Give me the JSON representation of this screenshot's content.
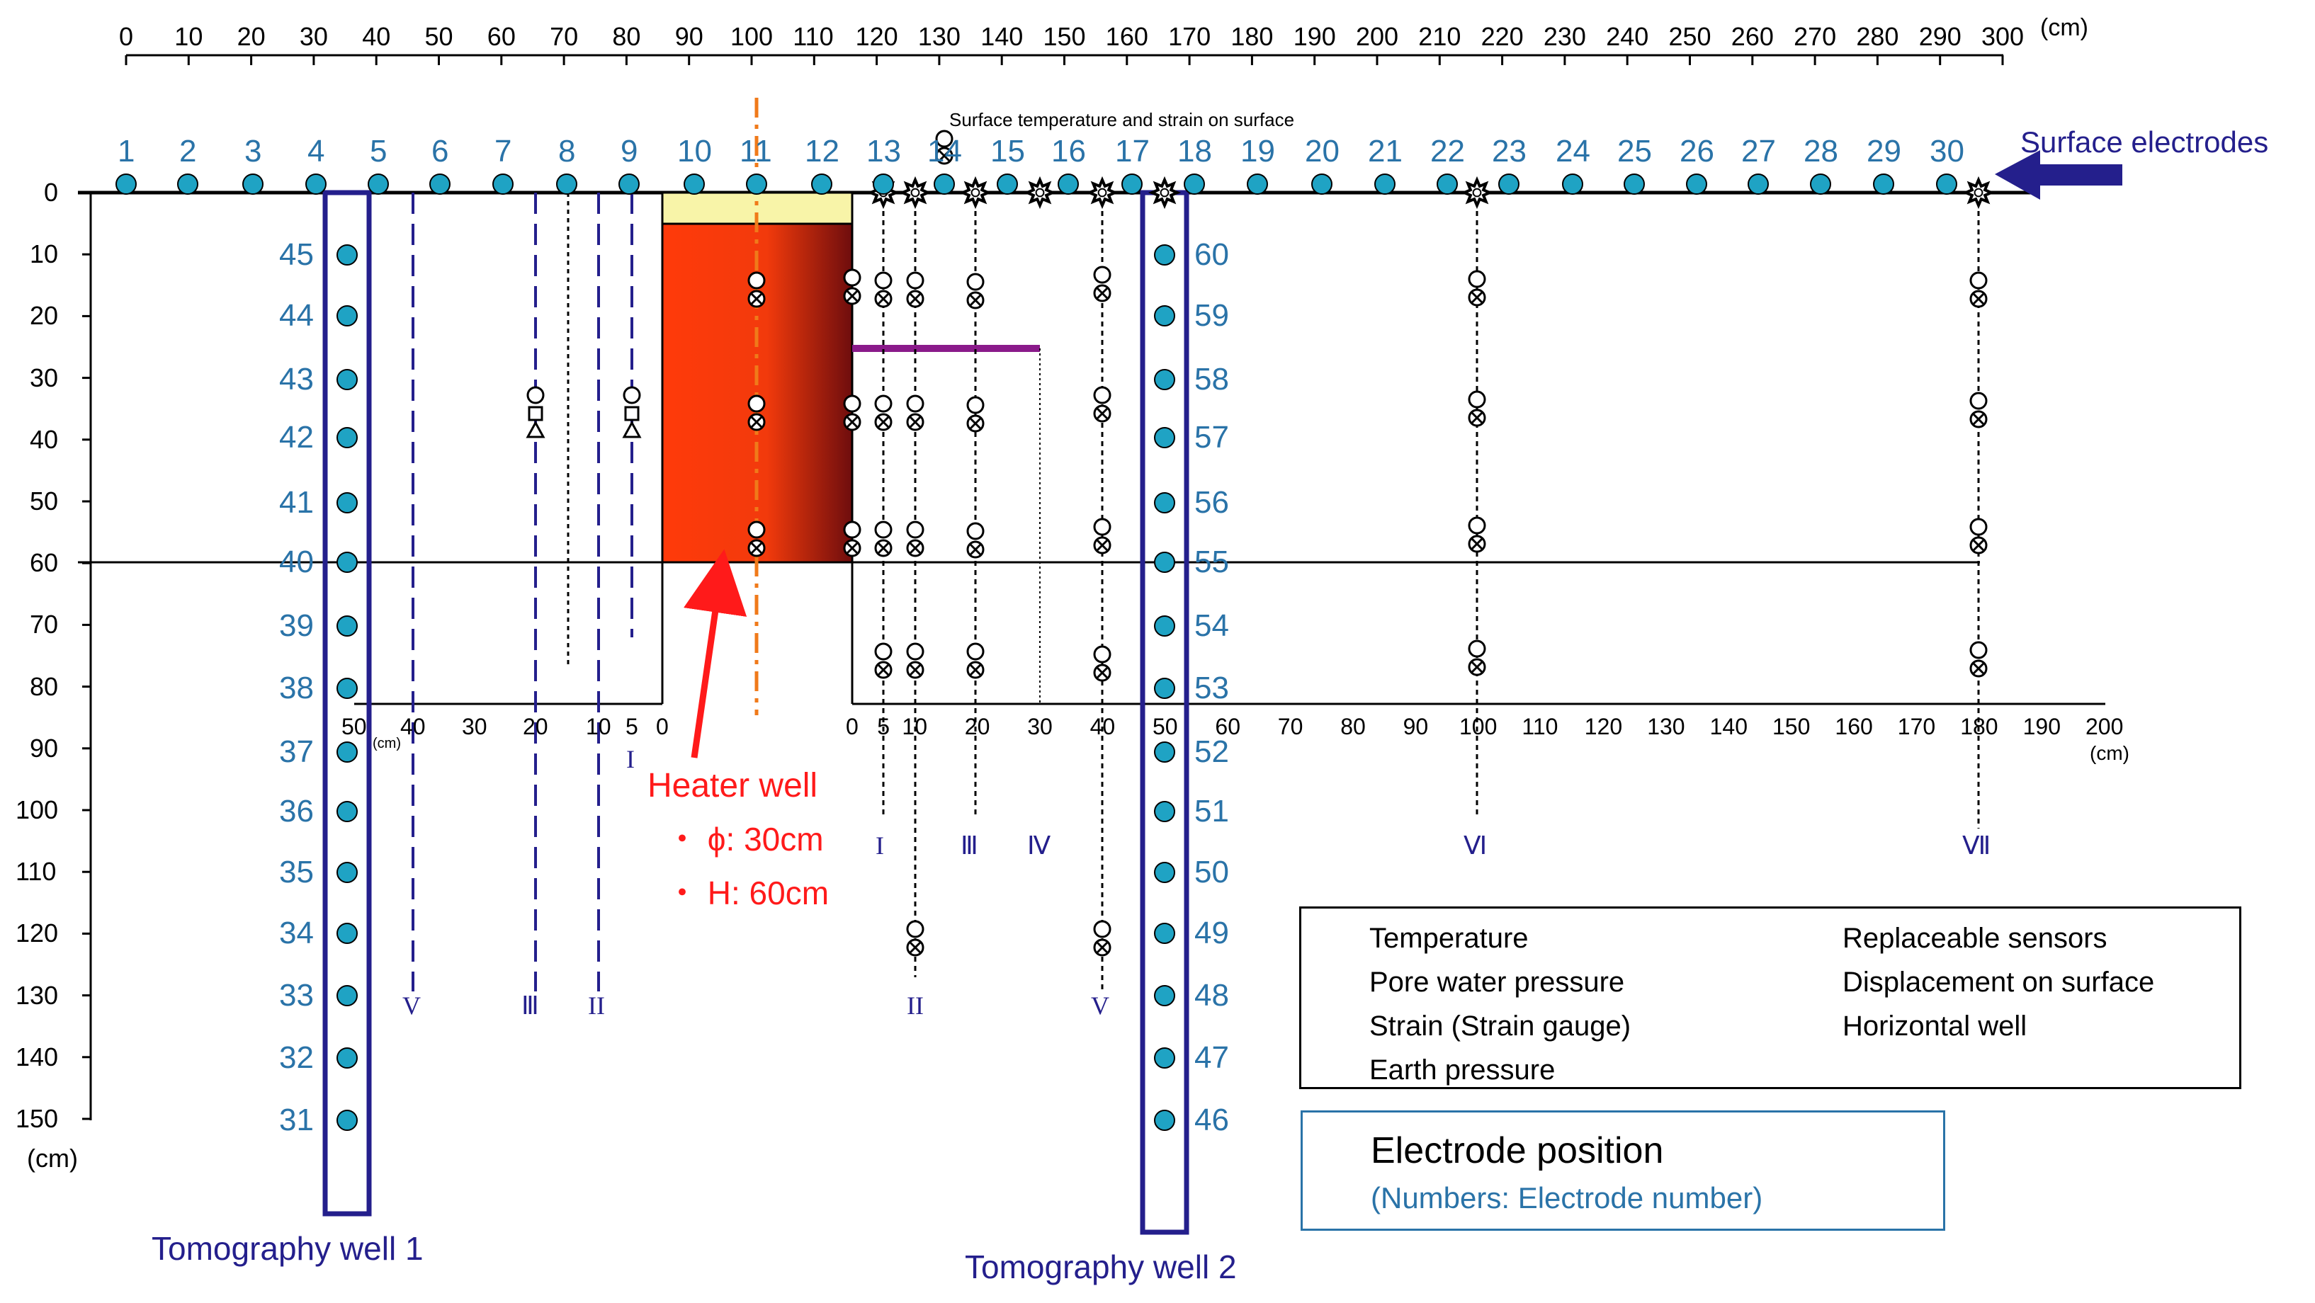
{
  "top_axis": {
    "ticks": [
      "0",
      "10",
      "20",
      "30",
      "40",
      "50",
      "60",
      "70",
      "80",
      "90",
      "100",
      "110",
      "120",
      "130",
      "140",
      "150",
      "160",
      "170",
      "180",
      "190",
      "200",
      "210",
      "220",
      "230",
      "240",
      "250",
      "260",
      "270",
      "280",
      "290",
      "300"
    ],
    "unit": "(cm)"
  },
  "left_axis": {
    "ticks": [
      "0",
      "10",
      "20",
      "30",
      "40",
      "50",
      "60",
      "70",
      "80",
      "90",
      "100",
      "110",
      "120",
      "130",
      "140",
      "150"
    ],
    "unit": "(cm)"
  },
  "surface_electrodes": {
    "numbers": [
      "1",
      "2",
      "3",
      "4",
      "5",
      "6",
      "7",
      "8",
      "9",
      "10",
      "11",
      "12",
      "13",
      "14",
      "15",
      "16",
      "17",
      "18",
      "19",
      "20",
      "21",
      "22",
      "23",
      "24",
      "25",
      "26",
      "27",
      "28",
      "29",
      "30"
    ],
    "label": "Surface electrodes"
  },
  "surface_note": "Surface temperature and strain on surface",
  "well1": {
    "label": "Tomography well 1",
    "numbers": [
      "45",
      "44",
      "43",
      "42",
      "41",
      "40",
      "39",
      "38",
      "37",
      "36",
      "35",
      "34",
      "33",
      "32",
      "31"
    ]
  },
  "well2": {
    "label": "Tomography well 2",
    "numbers": [
      "60",
      "59",
      "58",
      "57",
      "56",
      "55",
      "54",
      "53",
      "52",
      "51",
      "50",
      "49",
      "48",
      "47",
      "46"
    ]
  },
  "left_sub_axis": {
    "ticks": [
      "50",
      "40",
      "30",
      "20",
      "10",
      "5",
      "0"
    ],
    "unit": "(cm)"
  },
  "right_sub_axis": {
    "ticks": [
      "0",
      "5",
      "10",
      "20",
      "30",
      "40",
      "50",
      "60",
      "70",
      "80",
      "90",
      "100",
      "110",
      "120",
      "130",
      "140",
      "150",
      "160",
      "170",
      "180",
      "190",
      "200"
    ],
    "unit": "(cm)"
  },
  "roman_labels": {
    "left_I": "I",
    "left_V": "V",
    "left_III": "Ⅲ",
    "left_II": "II",
    "r_I": "I",
    "r_III": "Ⅲ",
    "r_IV": "Ⅳ",
    "r_II": "II",
    "r_V": "V",
    "r_VI": "Ⅵ",
    "r_VII": "Ⅶ"
  },
  "heater": {
    "title": "Heater well",
    "line1": "・ ϕ: 30cm",
    "line2": "・ H: 60cm"
  },
  "legend": {
    "temperature": "Temperature",
    "pore": "Pore water pressure",
    "strain": "Strain (Strain gauge)",
    "earth": "Earth pressure",
    "replaceable": "Replaceable sensors",
    "displacement": "Displacement on surface",
    "horizontal": "Horizontal well"
  },
  "electrode_legend": {
    "title": "Electrode position",
    "subtitle": "(Numbers: Electrode number)"
  },
  "colors": {
    "electrode": "#1fa3c4",
    "navy": "#241f8c",
    "blue_text": "#2a73a8",
    "heater_red": "#ff3a0a",
    "heater_dark": "#6e0d0d",
    "heater_cap": "#f8f4a8",
    "horizontal_well": "#8a1a8a",
    "arrow_red": "#ff1a1a",
    "centerline": "#f07a1a"
  }
}
